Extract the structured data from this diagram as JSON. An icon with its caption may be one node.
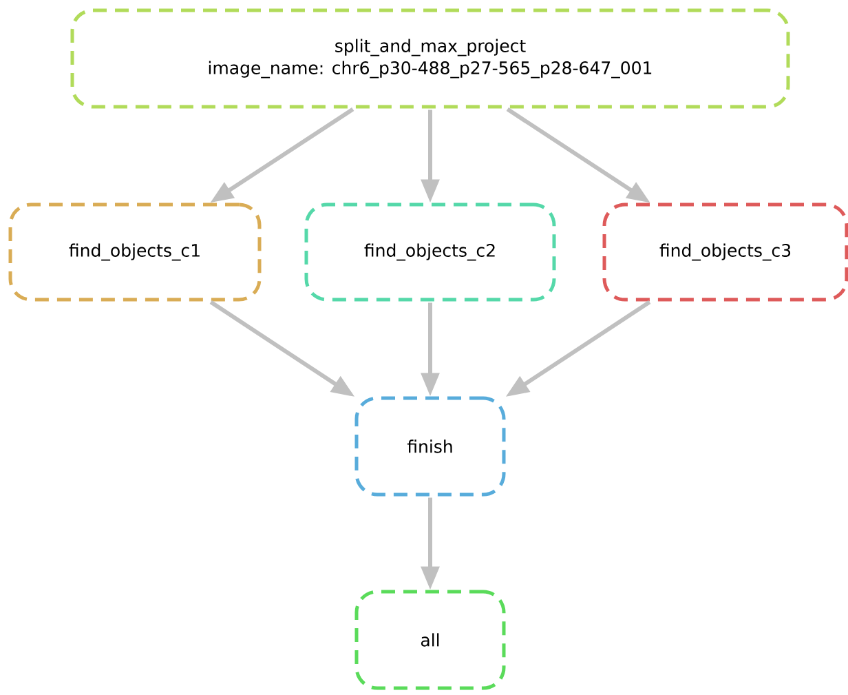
{
  "diagram": {
    "nodes": [
      {
        "text": [
          "split_and_max_project",
          "image_name: chr6_p30-488_p27-565_p28-647_001"
        ]
      },
      {
        "text": [
          "find_objects_c1"
        ]
      },
      {
        "text": [
          "find_objects_c2"
        ]
      },
      {
        "text": [
          "find_objects_c3"
        ]
      },
      {
        "text": [
          "finish"
        ]
      },
      {
        "text": [
          "all"
        ]
      }
    ],
    "edges": [
      {
        "from": 0,
        "to": 1,
        "arrow": "to"
      },
      {
        "from": 0,
        "to": 2,
        "arrow": "to"
      },
      {
        "from": 0,
        "to": 3,
        "arrow": "to"
      },
      {
        "from": 1,
        "to": 4,
        "arrow": "to"
      },
      {
        "from": 2,
        "to": 4,
        "arrow": "to"
      },
      {
        "from": 3,
        "to": 4,
        "arrow": "to"
      },
      {
        "from": 4,
        "to": 5,
        "arrow": "to"
      }
    ]
  }
}
